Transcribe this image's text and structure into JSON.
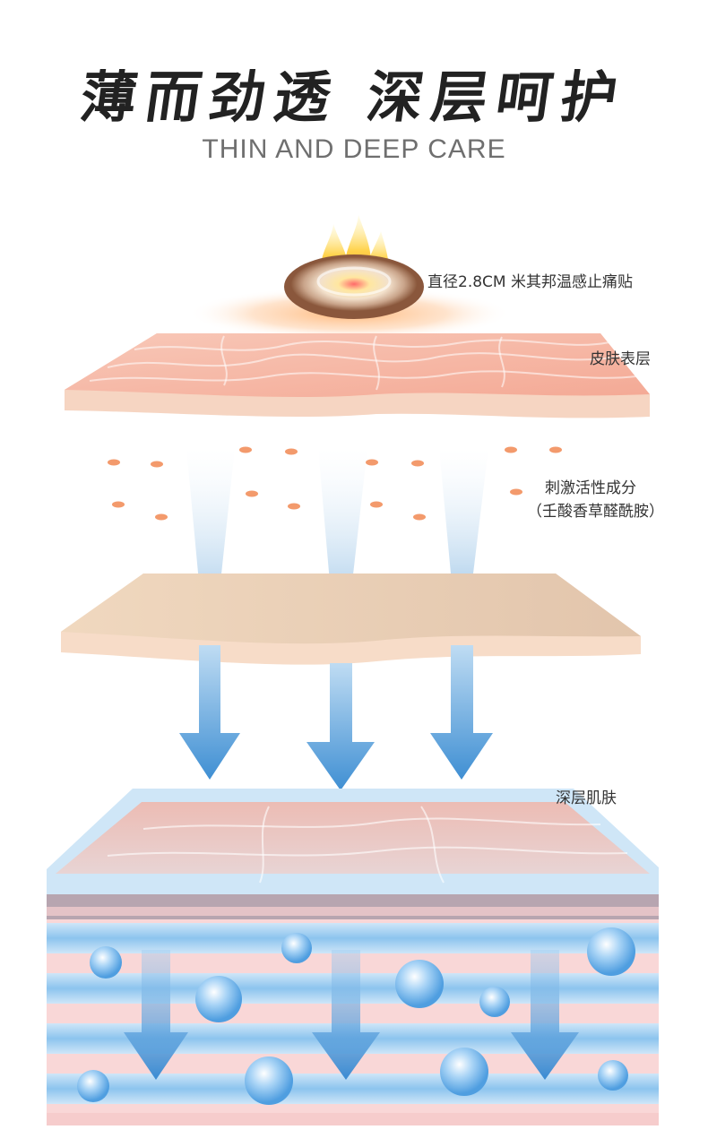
{
  "header": {
    "title_cn": "薄而劲透 深层呵护",
    "title_en": "THIN AND DEEP CARE"
  },
  "labels": {
    "patch": "直径2.8CM 米其邦温感止痛贴",
    "epidermis": "皮肤表层",
    "active_ingredient": "刺激活性成分",
    "active_ingredient_detail": "（壬酸香草醛酰胺）",
    "deep_skin": "深层肌肤"
  },
  "colors": {
    "skin_pink": "#f4b6a3",
    "skin_base": "#f6d3bd",
    "beige": "#e9cfb3",
    "arrow_blue": "#4a97d6",
    "bubble_blue": "#6cb4ec",
    "deep_pink": "#e9a79b",
    "flame_orange": "#f7a03a"
  },
  "icons": {
    "patch": "warming-patch-icon",
    "flame": "flame-icon",
    "arrow": "down-arrow-icon",
    "bubble": "bubble-icon"
  }
}
